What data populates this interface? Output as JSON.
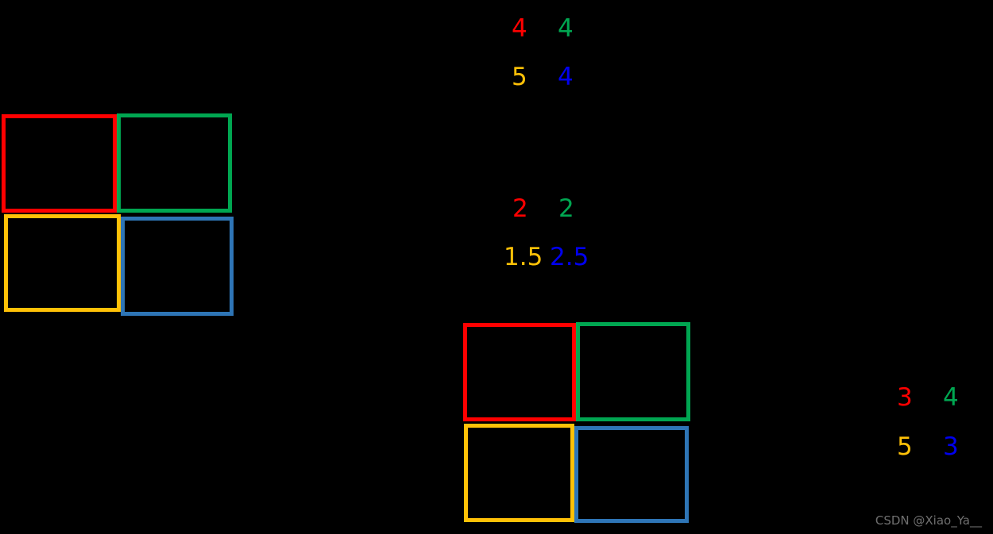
{
  "background_color": "#000000",
  "colors": {
    "red": "#FF0000",
    "green": "#00A651",
    "orange": "#FFC107",
    "blue_box": "#2E75B6",
    "blue_text": "#0000EE",
    "watermark": "#6F6F6F"
  },
  "grids": [
    {
      "name": "top-left-grid",
      "cells": [
        {
          "position": "top-left",
          "color_name": "red",
          "color": "#FF0000"
        },
        {
          "position": "top-right",
          "color_name": "green",
          "color": "#00A651"
        },
        {
          "position": "bottom-left",
          "color_name": "orange",
          "color": "#FFC107"
        },
        {
          "position": "bottom-right",
          "color_name": "blue",
          "color": "#2E75B6"
        }
      ]
    },
    {
      "name": "bottom-middle-grid",
      "cells": [
        {
          "position": "top-left",
          "color_name": "red",
          "color": "#FF0000"
        },
        {
          "position": "top-right",
          "color_name": "green",
          "color": "#00A651"
        },
        {
          "position": "bottom-left",
          "color_name": "orange",
          "color": "#FFC107"
        },
        {
          "position": "bottom-right",
          "color_name": "blue",
          "color": "#2E75B6"
        }
      ]
    }
  ],
  "number_groups": [
    {
      "name": "top-number-group",
      "values": {
        "top_left": "4",
        "top_right": "4",
        "bottom_left": "5",
        "bottom_right": "4"
      }
    },
    {
      "name": "middle-number-group",
      "values": {
        "top_left": "2",
        "top_right": "2",
        "bottom_left": "1.5",
        "bottom_right": "2.5"
      }
    },
    {
      "name": "right-number-group",
      "values": {
        "top_left": "3",
        "top_right": "4",
        "bottom_left": "5",
        "bottom_right": "3"
      }
    }
  ],
  "watermark": {
    "text": "CSDN @Xiao_Ya__"
  }
}
